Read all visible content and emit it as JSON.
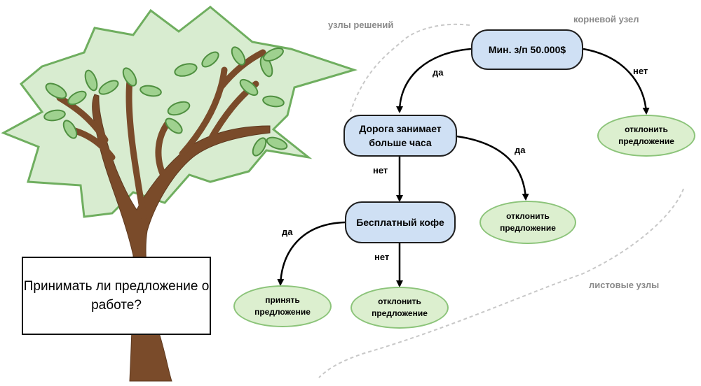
{
  "labels": {
    "decision_nodes": "узлы решений",
    "root_node": "корневой узел",
    "leaf_nodes": "листовые узлы"
  },
  "question": "Принимать ли предложение о работе?",
  "nodes": {
    "root": "Мин. з/п 50.000$",
    "commute": "Дорога занимает больше часа",
    "coffee": "Бесплатный кофе",
    "leaf_decline_salary": "отклонить предложение",
    "leaf_decline_commute": "отклонить предложение",
    "leaf_accept": "принять предложение",
    "leaf_decline_coffee": "отклонить предложение"
  },
  "edges": {
    "root_yes": "да",
    "root_no": "нет",
    "commute_yes": "да",
    "commute_no": "нет",
    "coffee_yes": "да",
    "coffee_no": "нет"
  },
  "colors": {
    "decision_fill": "#cfe0f4",
    "leaf_fill": "#dcefcf",
    "leaf_border": "#8cc47a",
    "tree_trunk": "#7a4b2a",
    "tree_canopy": "#d8ecd0",
    "leaf_green": "#9fd18f"
  },
  "icons": {
    "illustration": "tree-icon"
  }
}
